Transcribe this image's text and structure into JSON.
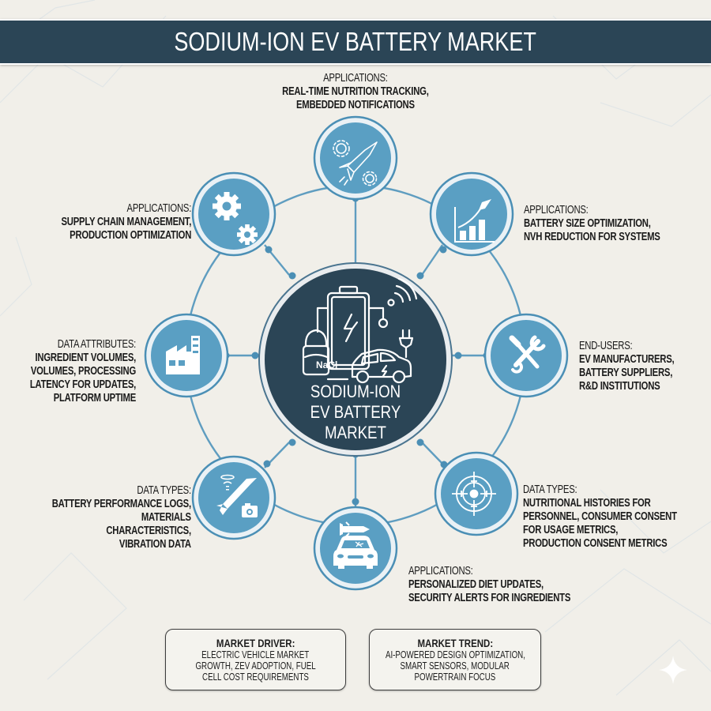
{
  "title": "SODIUM-ION EV BATTERY MARKET",
  "colors": {
    "title_bar": "#2b4556",
    "node_fill": "#5a9fc3",
    "node_ring": "#4b8fb5",
    "center_fill": "#2b4556",
    "connector": "#4b8fb5",
    "background": "#f1efe9"
  },
  "center": {
    "icon": "sodium-battery-ev-icon",
    "salt_label": "NaCl",
    "lines": [
      "SODIUM-ION",
      "EV BATTERY",
      "MARKET"
    ]
  },
  "nodes": [
    {
      "id": "top",
      "icon": "rocket-gears-icon",
      "heading": "APPLICATIONS:",
      "lines": [
        "REAL-TIME NUTRITION TRACKING,",
        "EMBEDDED NOTIFICATIONS"
      ]
    },
    {
      "id": "top-left",
      "icon": "gears-icon",
      "heading": "APPLICATIONS:",
      "lines": [
        "SUPPLY CHAIN MANAGEMENT,",
        "PRODUCTION OPTIMIZATION"
      ]
    },
    {
      "id": "top-right",
      "icon": "growth-chart-rocket-icon",
      "heading": "APPLICATIONS:",
      "lines": [
        "BATTERY SIZE OPTIMIZATION,",
        "NVH REDUCTION FOR SYSTEMS"
      ]
    },
    {
      "id": "left",
      "icon": "factory-icon",
      "heading": "DATA ATTRIBUTES:",
      "lines": [
        "INGREDIENT VOLUMES,",
        "VOLUMES, PROCESSING",
        "LATENCY FOR UPDATES,",
        "PLATFORM UPTIME"
      ]
    },
    {
      "id": "right",
      "icon": "wrench-screwdriver-icon",
      "heading": "END-USERS:",
      "lines": [
        "EV MANUFACTURERS,",
        "BATTERY SUPPLIERS,",
        "R&D INSTITUTIONS"
      ]
    },
    {
      "id": "bottom-left",
      "icon": "rocket-camera-icon",
      "heading": "DATA TYPES:",
      "lines": [
        "BATTERY PERFORMANCE LOGS,",
        "MATERIALS",
        "CHARACTERISTICS,",
        "VIBRATION DATA"
      ]
    },
    {
      "id": "bottom-right",
      "icon": "target-crosshair-icon",
      "heading": "DATA TYPES:",
      "lines": [
        "NUTRITIONAL HISTORIES FOR",
        "PERSONNEL, CONSUMER CONSENT",
        "FOR USAGE METRICS,",
        "PRODUCTION CONSENT METRICS"
      ]
    },
    {
      "id": "bottom",
      "icon": "car-missile-icon",
      "heading": "APPLICATIONS:",
      "lines": [
        "PERSONALIZED DIET UPDATES,",
        "SECURITY ALERTS FOR INGREDIENTS"
      ]
    }
  ],
  "boxes": [
    {
      "title": "MARKET DRIVER:",
      "lines": [
        "ELECTRIC VEHICLE MARKET",
        "GROWTH, ZEV ADOPTION, FUEL",
        "CELL COST REQUIREMENTS"
      ]
    },
    {
      "title": "MARKET TREND:",
      "lines": [
        "AI-POWERED DESIGN OPTIMIZATION,",
        "SMART SENSORS, MODULAR",
        "POWERTRAIN FOCUS"
      ]
    }
  ],
  "watermark_icon": "sparkle-icon"
}
